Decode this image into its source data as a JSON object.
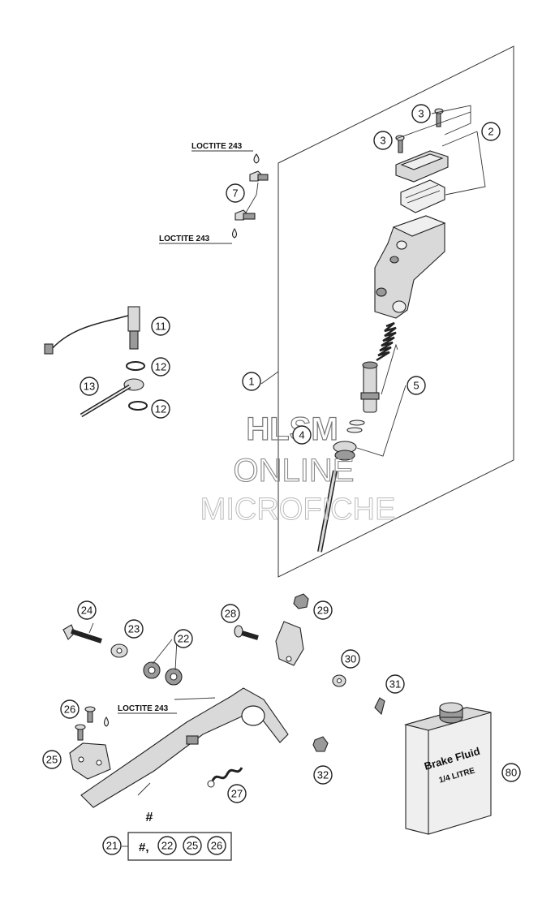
{
  "callouts": [
    {
      "id": "c1",
      "label": "1"
    },
    {
      "id": "c2",
      "label": "2"
    },
    {
      "id": "c3a",
      "label": "3"
    },
    {
      "id": "c3b",
      "label": "3"
    },
    {
      "id": "c5",
      "label": "5"
    },
    {
      "id": "c7",
      "label": "7"
    },
    {
      "id": "c11",
      "label": "11"
    },
    {
      "id": "c12a",
      "label": "12"
    },
    {
      "id": "c12b",
      "label": "12"
    },
    {
      "id": "c13",
      "label": "13"
    },
    {
      "id": "c4",
      "label": "4"
    },
    {
      "id": "c21",
      "label": "21"
    },
    {
      "id": "c22a",
      "label": "22"
    },
    {
      "id": "c22b",
      "label": "22"
    },
    {
      "id": "c23",
      "label": "23"
    },
    {
      "id": "c24",
      "label": "24"
    },
    {
      "id": "c25a",
      "label": "25"
    },
    {
      "id": "c25b",
      "label": "25"
    },
    {
      "id": "c26a",
      "label": "26"
    },
    {
      "id": "c26b",
      "label": "26"
    },
    {
      "id": "c27",
      "label": "27"
    },
    {
      "id": "c28",
      "label": "28"
    },
    {
      "id": "c29",
      "label": "29"
    },
    {
      "id": "c30",
      "label": "30"
    },
    {
      "id": "c31",
      "label": "31"
    },
    {
      "id": "c32",
      "label": "32"
    },
    {
      "id": "c80",
      "label": "80"
    }
  ],
  "loctite_labels": [
    "LOCTITE 243",
    "LOCTITE 243",
    "LOCTITE 243"
  ],
  "watermark": {
    "line1": "HLSM",
    "line2": "ONLINE",
    "line3": "MICROFICHE"
  },
  "pedal_mark": "#",
  "kit_note": "#,",
  "brake_fluid": {
    "line1": "Brake Fluid",
    "line2": "1/4 LITRE"
  }
}
